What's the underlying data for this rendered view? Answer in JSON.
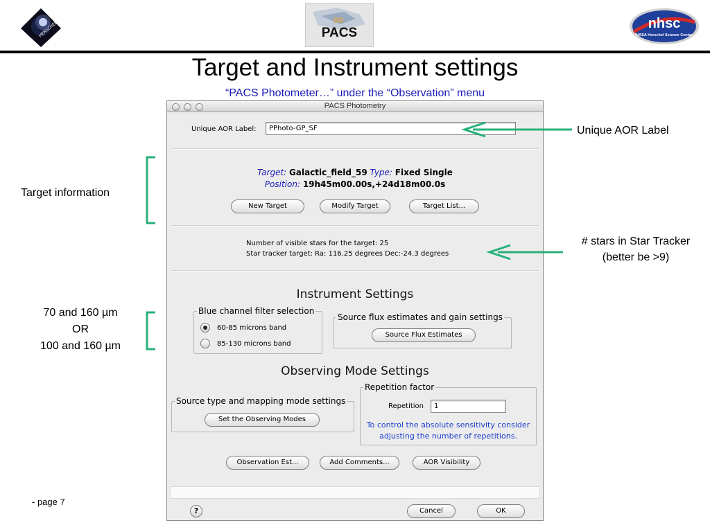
{
  "slide": {
    "logo_left_text": "HERSCHEL",
    "logo_center_text": "PACS",
    "logo_right_text": "nhsc",
    "logo_right_subtext": "NASA Herschel Science Center",
    "title": "Target and Instrument settings",
    "subtitle": "“PACS Photometer…” under the “Observation” menu",
    "page_number": "- page 7",
    "accent_color": "#27b07a",
    "subtitle_color": "#1a1ab8"
  },
  "annotations": {
    "unique_aor": "Unique AOR Label",
    "target_info": "Target information",
    "star_tracker_line1": "# stars in Star Tracker",
    "star_tracker_line2": "(better be >9)",
    "filter_line1": "70 and 160 µm",
    "filter_line2": "OR",
    "filter_line3": "100 and 160 µm"
  },
  "dialog": {
    "window_title": "PACS Photometry",
    "aor_label": "Unique AOR Label:",
    "aor_value": "PPhoto-GP_SF",
    "target": {
      "target_key": "Target:",
      "target_value": "Galactic_field_59",
      "type_key": "Type:",
      "type_value": "Fixed Single",
      "position_key": "Position:",
      "position_value": "19h45m00.00s,+24d18m00.0s",
      "key_color": "#1a1ab8"
    },
    "buttons": {
      "new_target": "New Target",
      "modify_target": "Modify Target",
      "target_list": "Target List...",
      "source_flux": "Source Flux Estimates",
      "set_modes": "Set the Observing Modes",
      "observation_est": "Observation Est...",
      "add_comments": "Add Comments...",
      "aor_visibility": "AOR Visibility",
      "cancel": "Cancel",
      "ok": "OK",
      "help": "?"
    },
    "stars": {
      "line1": "Number of visible stars for the target: 25",
      "line2": "Star tracker target: Ra: 116.25 degrees Dec:-24.3 degrees"
    },
    "instrument_heading": "Instrument Settings",
    "filter_group": {
      "label": "Blue channel filter selection",
      "options": [
        "60-85 microns band",
        "85-130 microns band"
      ],
      "selected": "60-85 microns band"
    },
    "flux_group_label": "Source flux estimates and gain settings",
    "observing_heading": "Observing Mode Settings",
    "mapping_group_label": "Source type and mapping mode settings",
    "repetition_group": {
      "label": "Repetition factor",
      "field_label": "Repetition",
      "value": "1",
      "hint_line1": "To control the absolute sensitivity consider",
      "hint_line2": "adjusting the number of repetitions.",
      "hint_color": "#1a3fd0"
    }
  }
}
